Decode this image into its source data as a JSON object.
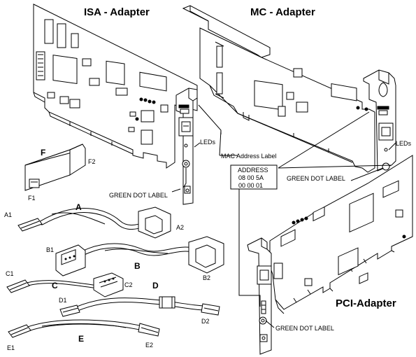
{
  "titles": {
    "isa": "ISA - Adapter",
    "mc": "MC - Adapter",
    "pci": "PCI-Adapter"
  },
  "labels": {
    "leds_isa": "LEDs",
    "leds_mc": "LEDs",
    "mac_label": "MAC Address Label",
    "green_dot_isa": "GREEN DOT LABEL",
    "green_dot_mc": "GREEN DOT LABEL",
    "green_dot_pci": "GREEN DOT LABEL"
  },
  "address_box": {
    "title": "ADDRESS",
    "line1": "08  00  5A",
    "line2": "00  00  01"
  },
  "parts": {
    "F": "F",
    "F1": "F1",
    "F2": "F2",
    "A": "A",
    "A1": "A1",
    "A2": "A2",
    "B": "B",
    "B1": "B1",
    "B2": "B2",
    "C": "C",
    "C1": "C1",
    "C2": "C2",
    "D": "D",
    "D1": "D1",
    "D2": "D2",
    "E": "E",
    "E1": "E1",
    "E2": "E2"
  }
}
